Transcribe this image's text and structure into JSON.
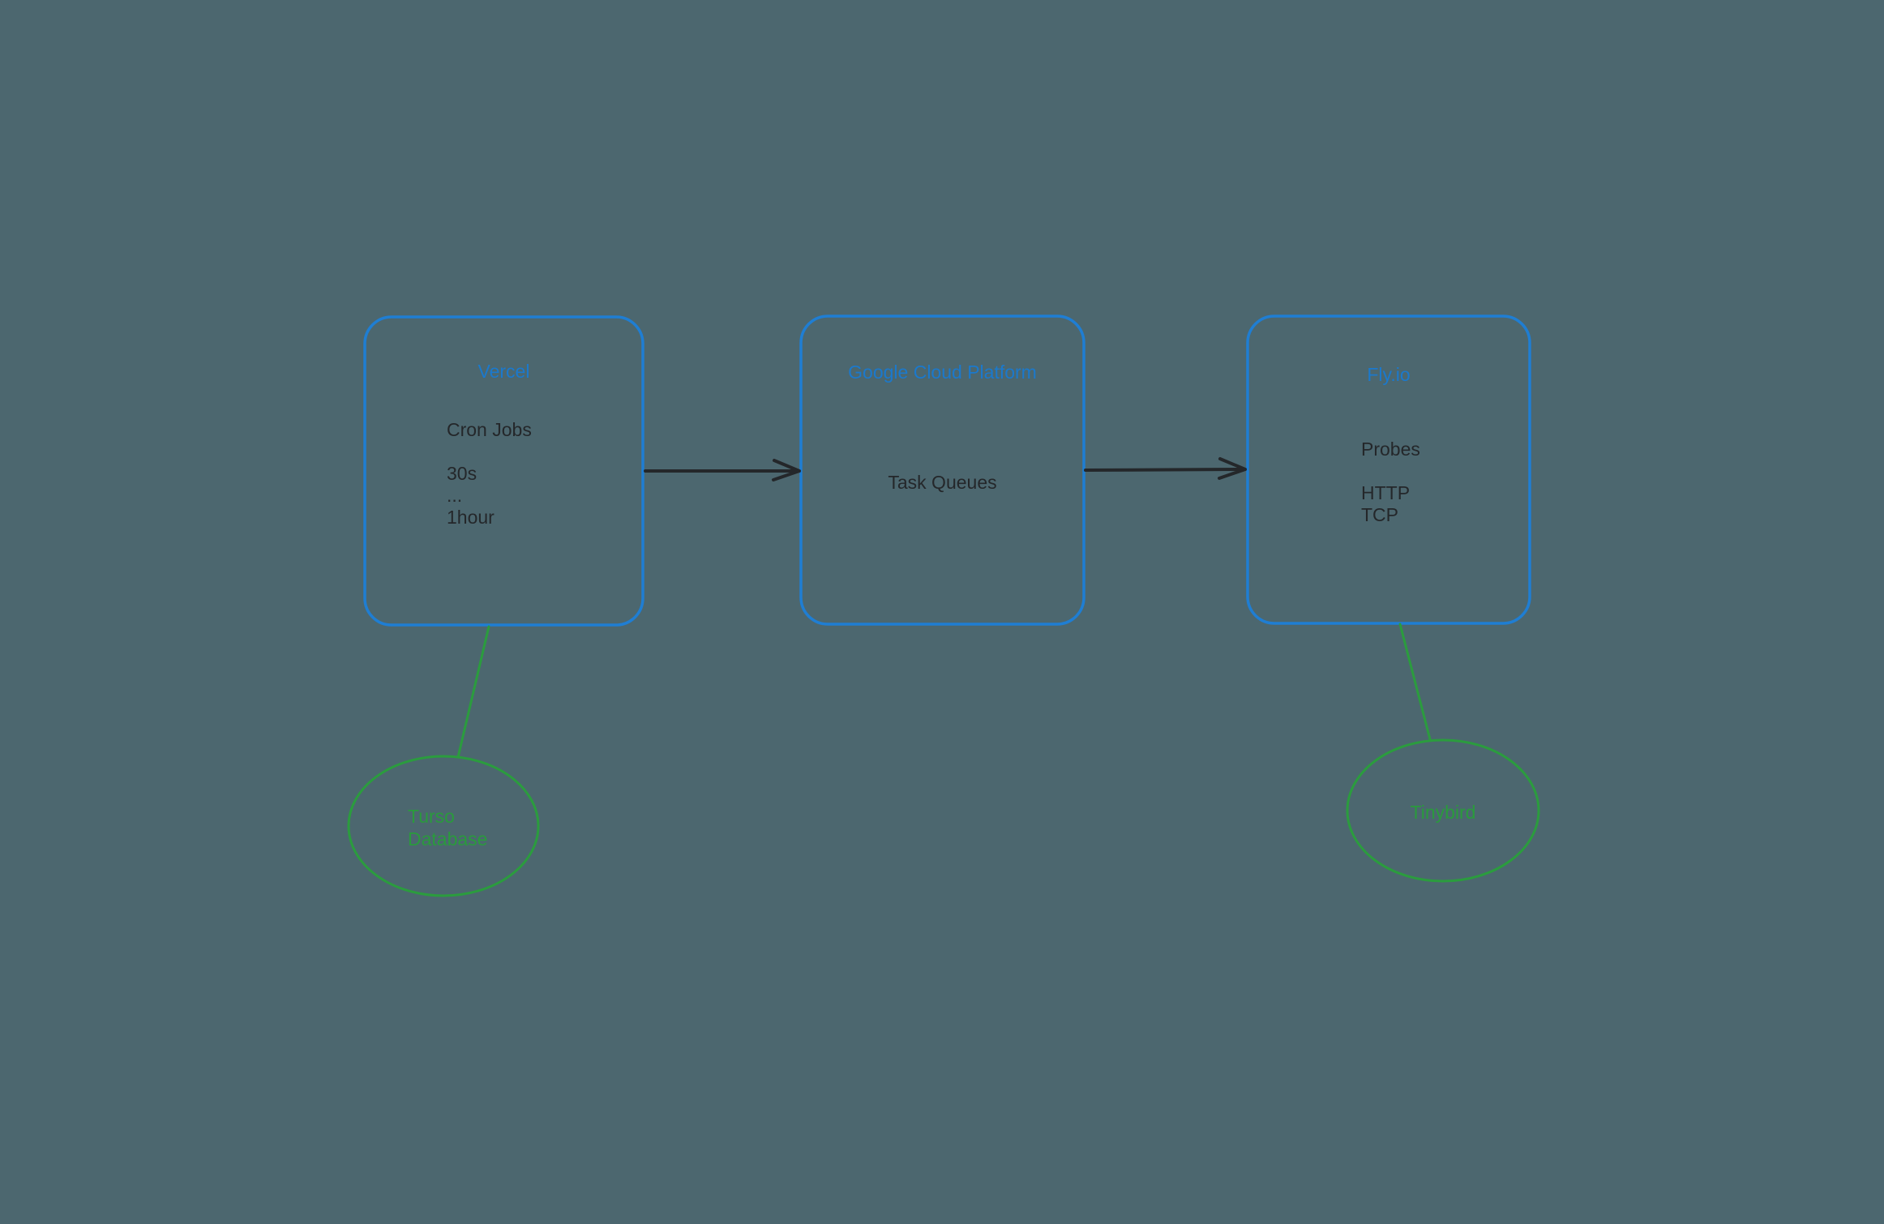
{
  "canvas": {
    "background_color": "#4c676f"
  },
  "colors": {
    "node_stroke": "#1f7ed3",
    "node_title": "#1b79cc",
    "body_text": "#24272a",
    "arrow_color": "#24272a",
    "datastore_stroke": "#2b9c3e",
    "datastore_text": "#2a9a3d"
  },
  "nodes": {
    "vercel": {
      "title": "Vercel",
      "body": "Cron Jobs\n\n30s\n...\n1hour"
    },
    "gcp": {
      "title": "Google Cloud Platform",
      "body": "Task Queues"
    },
    "fly": {
      "title": "Fly.io",
      "body": "Probes\n\nHTTP\nTCP"
    }
  },
  "datastores": {
    "turso": {
      "label": "Turso\nDatabase"
    },
    "tinybird": {
      "label": "Tinybird"
    }
  }
}
